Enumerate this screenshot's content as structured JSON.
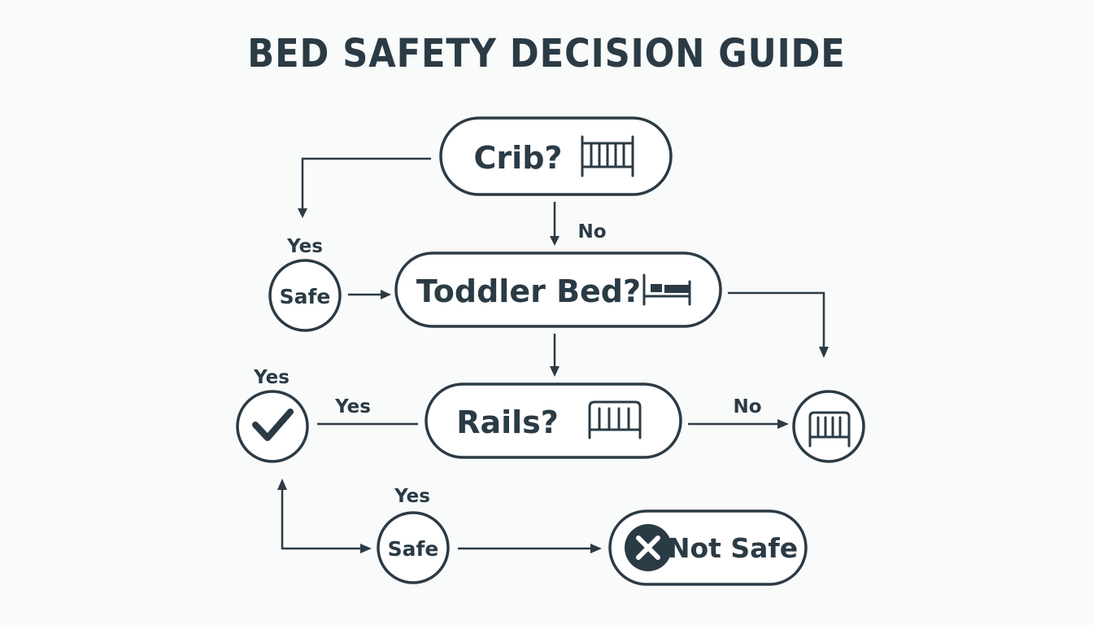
{
  "title": "BED SAFETY DECISION GUIDE",
  "nodes": {
    "crib": "Crib?",
    "toddler_bed": "Toddler Bed?",
    "rails": "Rails?",
    "safe_top": "Safe",
    "safe_bottom": "Safe",
    "not_safe": "Not Safe"
  },
  "labels": {
    "crib_no": "No",
    "safe_top_yes": "Yes",
    "check_yes": "Yes",
    "rails_yes": "Yes",
    "rails_no": "No",
    "safe_bottom_yes": "Yes"
  },
  "icons": {
    "crib": "crib-icon",
    "toddler_bed": "bed-icon",
    "rails": "bed-rails-icon",
    "rails_no_result": "bed-rails-icon",
    "check": "checkmark-icon",
    "not_safe": "x-circle-icon"
  },
  "colors": {
    "ink": "#2b3b45",
    "background": "#f9fafa"
  }
}
